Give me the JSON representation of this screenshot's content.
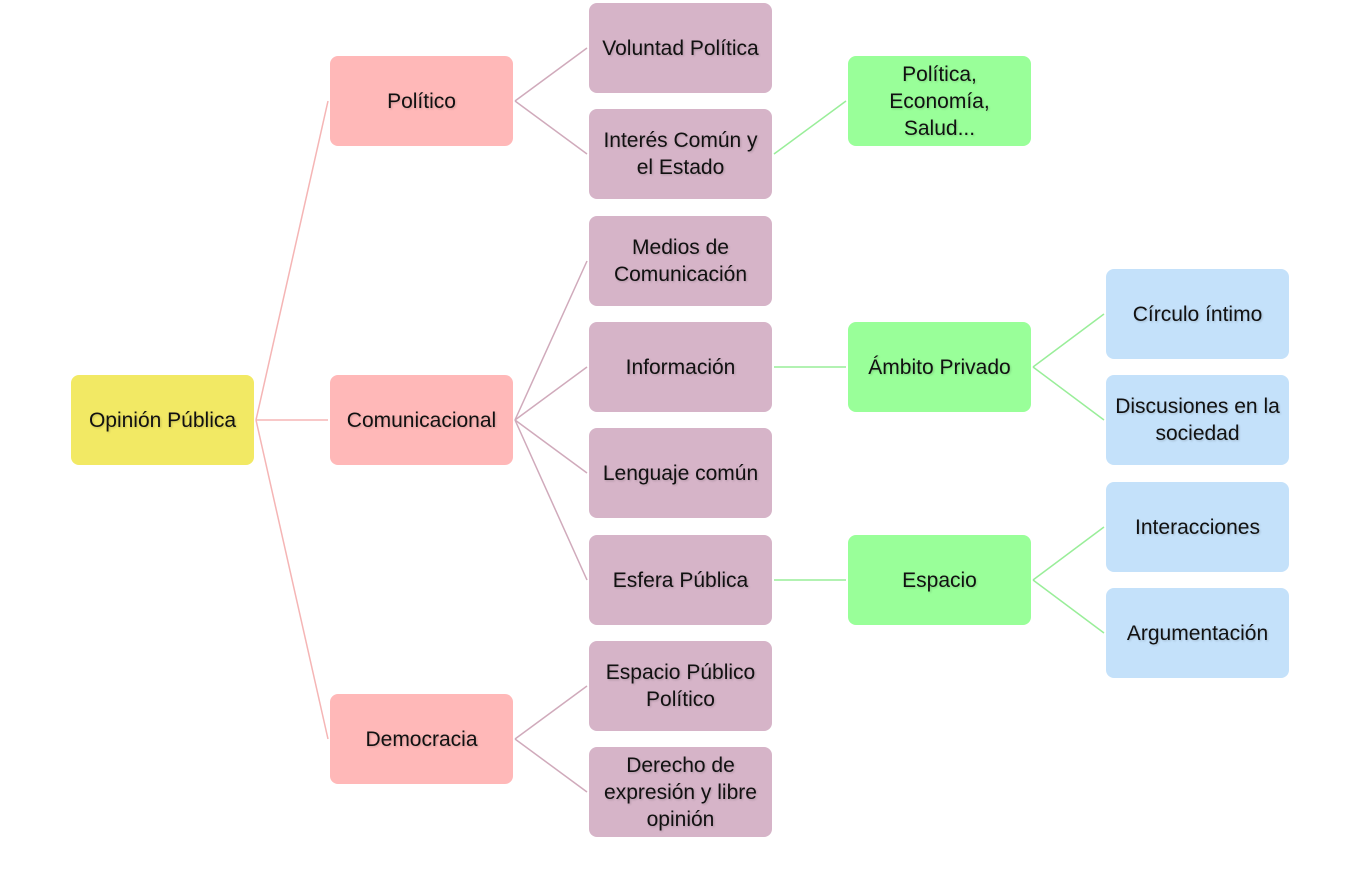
{
  "diagram": {
    "title": "Opinión Pública",
    "colors": {
      "root": "#f2e964",
      "level1": "#ffb8b8",
      "level2": "#d6b4c8",
      "level3": "#99ff99",
      "level4": "#c4e1fa",
      "link_root": "#f5b5b5",
      "link_level1": "#d0aabb",
      "link_green": "#99ee99"
    },
    "nodes": [
      {
        "id": "root",
        "label": "Opinión Pública",
        "level": 0
      },
      {
        "id": "politico",
        "label": "Político",
        "level": 1,
        "parent": "root"
      },
      {
        "id": "comunicacional",
        "label": "Comunicacional",
        "level": 1,
        "parent": "root"
      },
      {
        "id": "democracia",
        "label": "Democracia",
        "level": 1,
        "parent": "root"
      },
      {
        "id": "voluntad",
        "label": "Voluntad Política",
        "level": 2,
        "parent": "politico"
      },
      {
        "id": "interes",
        "label": "Interés Común y\nel Estado",
        "level": 2,
        "parent": "politico"
      },
      {
        "id": "medios",
        "label": "Medios de\nComunicación",
        "level": 2,
        "parent": "comunicacional"
      },
      {
        "id": "informacion",
        "label": "Información",
        "level": 2,
        "parent": "comunicacional"
      },
      {
        "id": "lenguaje",
        "label": "Lenguaje común",
        "level": 2,
        "parent": "comunicacional"
      },
      {
        "id": "esfera",
        "label": "Esfera Pública",
        "level": 2,
        "parent": "comunicacional"
      },
      {
        "id": "espacio_publico",
        "label": "Espacio Público\nPolítico",
        "level": 2,
        "parent": "democracia"
      },
      {
        "id": "derecho",
        "label": "Derecho de\nexpresión y libre\nopinión",
        "level": 2,
        "parent": "democracia"
      },
      {
        "id": "politica_eco",
        "label": "Política,\nEconomía,\nSalud...",
        "level": 3,
        "parent": "interes"
      },
      {
        "id": "ambito",
        "label": "Ámbito Privado",
        "level": 3,
        "parent": "informacion"
      },
      {
        "id": "espacio",
        "label": "Espacio",
        "level": 3,
        "parent": "esfera"
      },
      {
        "id": "circulo",
        "label": "Círculo íntimo",
        "level": 4,
        "parent": "ambito"
      },
      {
        "id": "discusiones",
        "label": "Discusiones en la\nsociedad",
        "level": 4,
        "parent": "ambito"
      },
      {
        "id": "interacciones",
        "label": "Interacciones",
        "level": 4,
        "parent": "espacio"
      },
      {
        "id": "argumentacion",
        "label": "Argumentación",
        "level": 4,
        "parent": "espacio"
      }
    ]
  }
}
